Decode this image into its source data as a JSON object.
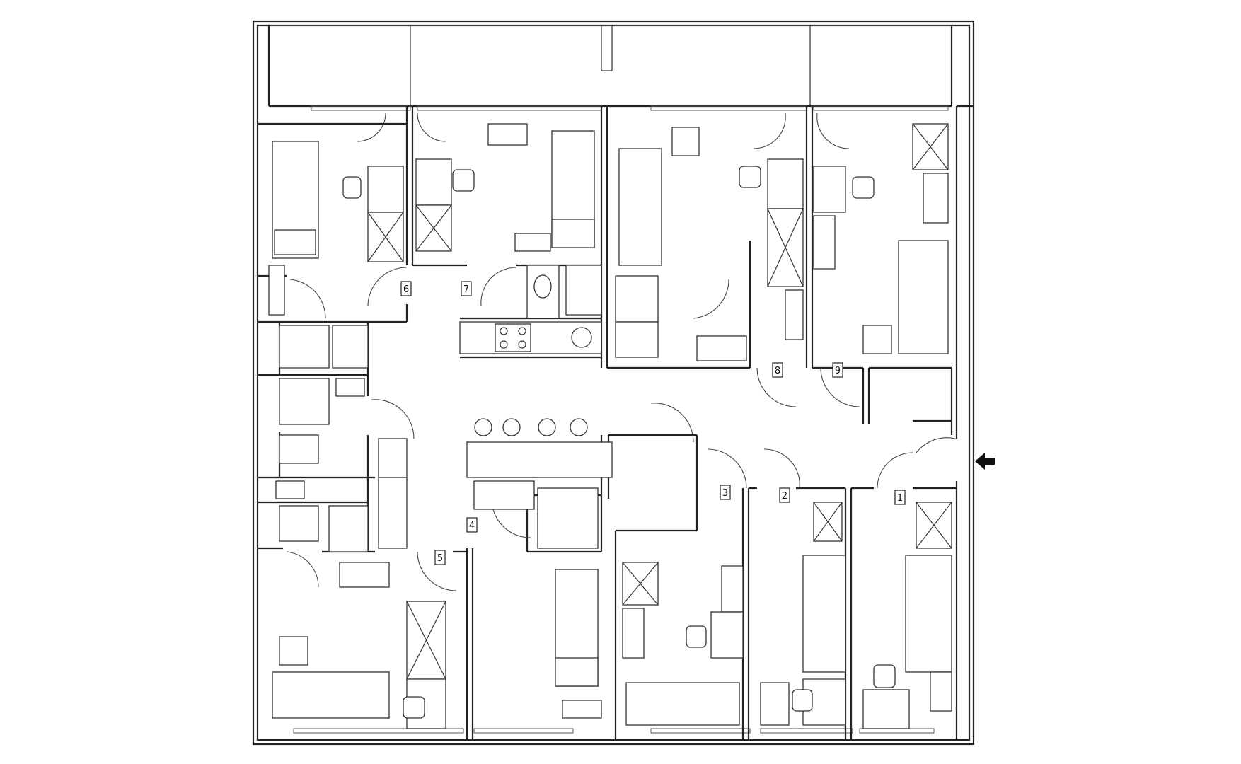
{
  "room_labels": {
    "r1": "1",
    "r2": "2",
    "r3": "3",
    "r4": "4",
    "r5": "5",
    "r6": "6",
    "r7": "7",
    "r8": "8",
    "r9": "9"
  },
  "entrance_icon": "arrow-left-icon",
  "colors": {
    "line": "#222222",
    "background": "#ffffff"
  }
}
